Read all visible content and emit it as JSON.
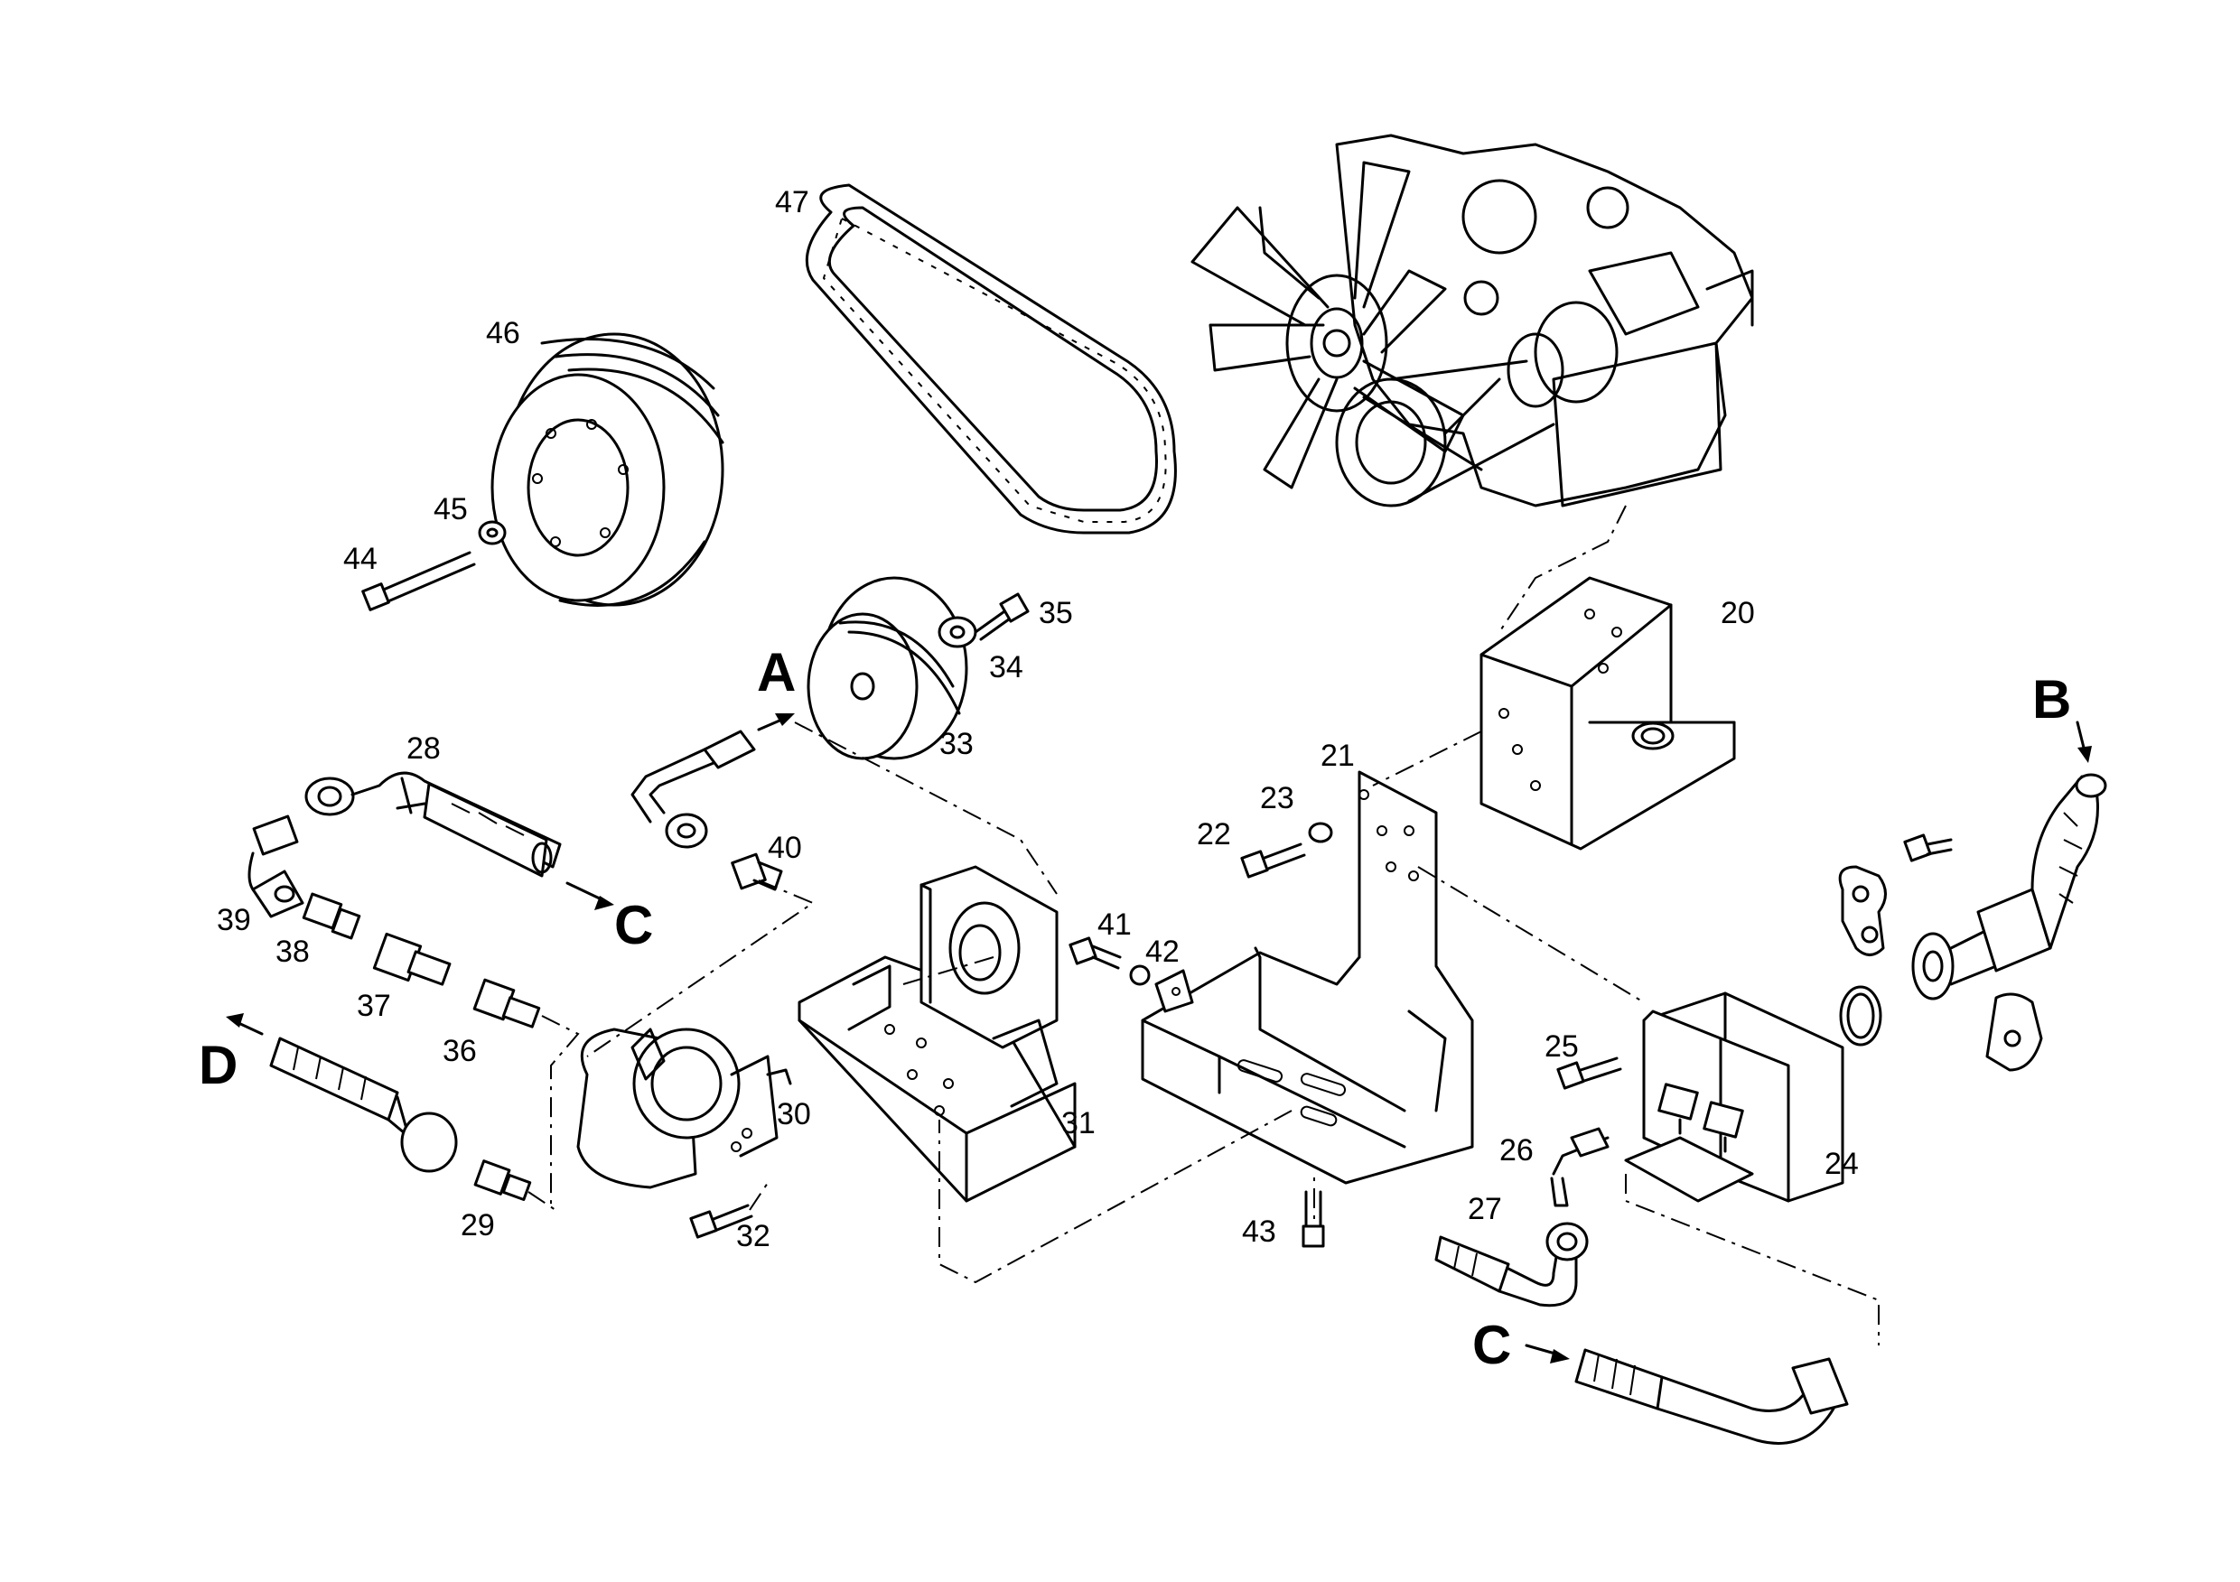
{
  "diagram": {
    "labels": {
      "p20": "20",
      "p21": "21",
      "p22": "22",
      "p23": "23",
      "p24": "24",
      "p25": "25",
      "p26": "26",
      "p27": "27",
      "p28": "28",
      "p29": "29",
      "p30": "30",
      "p31": "31",
      "p32": "32",
      "p33": "33",
      "p34": "34",
      "p35": "35",
      "p36": "36",
      "p37": "37",
      "p38": "38",
      "p39": "39",
      "p40": "40",
      "p41": "41",
      "p42": "42",
      "p43": "43",
      "p44": "44",
      "p45": "45",
      "p46": "46",
      "p47": "47"
    },
    "connectors": {
      "A": "A",
      "B": "B",
      "C_top": "C",
      "C_bottom": "C",
      "D": "D"
    }
  }
}
